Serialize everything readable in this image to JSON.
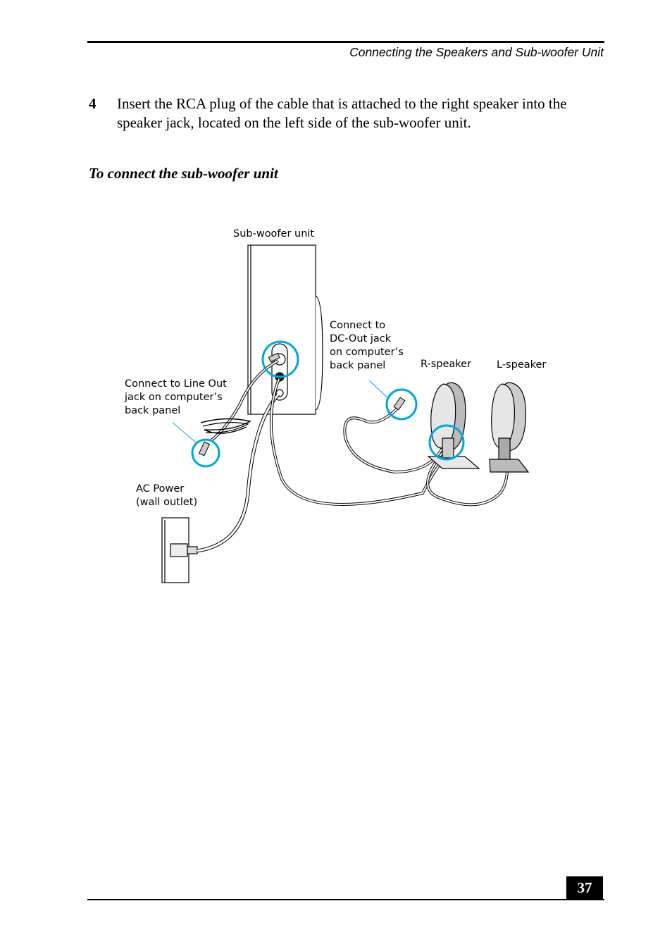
{
  "header": {
    "title": "Connecting the Speakers and Sub-woofer Unit"
  },
  "step": {
    "number": "4",
    "text": "Insert the RCA plug of the cable that is attached to the right speaker into the speaker jack, located on the left side of the sub-woofer unit."
  },
  "section": {
    "heading": "To connect the sub-woofer unit"
  },
  "figure": {
    "labels": {
      "subwoofer": "Sub-woofer unit",
      "dc_out": "Connect to\nDC-Out jack\non computer’s\nback panel",
      "r_speaker": "R-speaker",
      "l_speaker": "L-speaker",
      "line_out": "Connect to Line Out\njack on computer’s\nback panel",
      "ac_power": "AC Power\n(wall outlet)"
    },
    "highlight_color": "#00a6e0"
  },
  "footer": {
    "page_number": "37"
  }
}
